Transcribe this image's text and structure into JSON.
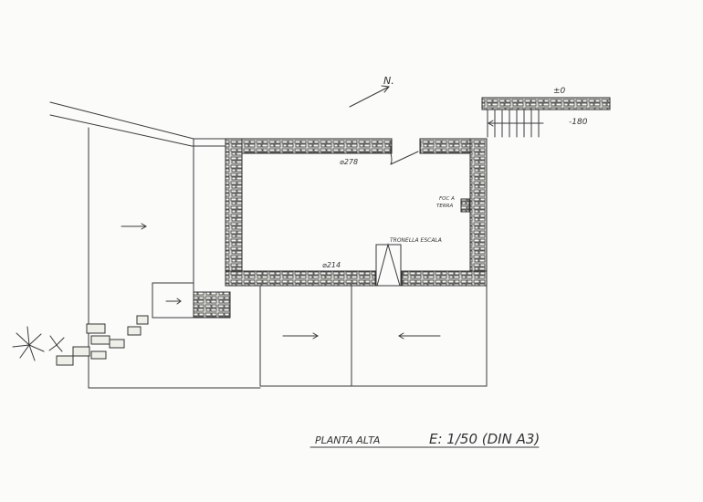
{
  "north_label": "N.",
  "level_top": "±0",
  "level_stair": "-180",
  "dim_top": "⌀278",
  "dim_bottom": "⌀214",
  "label_fireplace": [
    "FOC A",
    "TERRA"
  ],
  "label_stair_hatch": "TRONELLA ESCALA",
  "title": "PLANTA ALTA",
  "scale": "E: 1/50 (DIN A3)"
}
